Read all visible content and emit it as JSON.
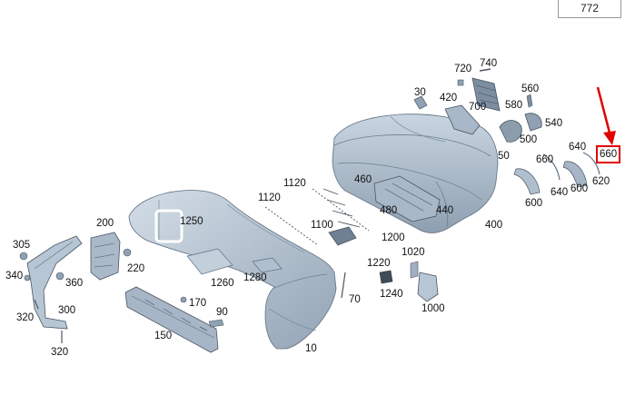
{
  "page": {
    "number": "772"
  },
  "callouts": [
    {
      "id": "c772",
      "label": "772"
    },
    {
      "id": "c740",
      "label": "740"
    },
    {
      "id": "c720",
      "label": "720"
    },
    {
      "id": "c30",
      "label": "30"
    },
    {
      "id": "c420",
      "label": "420"
    },
    {
      "id": "c700",
      "label": "700"
    },
    {
      "id": "c560",
      "label": "560"
    },
    {
      "id": "c580",
      "label": "580"
    },
    {
      "id": "c540",
      "label": "540"
    },
    {
      "id": "c500",
      "label": "500"
    },
    {
      "id": "c50",
      "label": "50"
    },
    {
      "id": "c640a",
      "label": "640"
    },
    {
      "id": "c660a",
      "label": "660"
    },
    {
      "id": "c660b",
      "label": "660"
    },
    {
      "id": "c620",
      "label": "620"
    },
    {
      "id": "c640b",
      "label": "640"
    },
    {
      "id": "c600a",
      "label": "600"
    },
    {
      "id": "c600b",
      "label": "600"
    },
    {
      "id": "c460",
      "label": "460"
    },
    {
      "id": "c1120a",
      "label": "1120"
    },
    {
      "id": "c1120b",
      "label": "1120"
    },
    {
      "id": "c480",
      "label": "480"
    },
    {
      "id": "c440",
      "label": "440"
    },
    {
      "id": "c400",
      "label": "400"
    },
    {
      "id": "c1100",
      "label": "1100"
    },
    {
      "id": "c1200",
      "label": "1200"
    },
    {
      "id": "c200",
      "label": "200"
    },
    {
      "id": "c1250",
      "label": "1250"
    },
    {
      "id": "c305",
      "label": "305"
    },
    {
      "id": "c220",
      "label": "220"
    },
    {
      "id": "c340",
      "label": "340"
    },
    {
      "id": "c360",
      "label": "360"
    },
    {
      "id": "c300",
      "label": "300"
    },
    {
      "id": "c320a",
      "label": "320"
    },
    {
      "id": "c320b",
      "label": "320"
    },
    {
      "id": "c1260",
      "label": "1260"
    },
    {
      "id": "c1280",
      "label": "1280"
    },
    {
      "id": "c170",
      "label": "170"
    },
    {
      "id": "c90",
      "label": "90"
    },
    {
      "id": "c150",
      "label": "150"
    },
    {
      "id": "c10",
      "label": "10"
    },
    {
      "id": "c70",
      "label": "70"
    },
    {
      "id": "c1020",
      "label": "1020"
    },
    {
      "id": "c1220",
      "label": "1220"
    },
    {
      "id": "c1240",
      "label": "1240"
    },
    {
      "id": "c1000",
      "label": "1000"
    }
  ],
  "highlight": {
    "label": "660",
    "color": "#e00000"
  },
  "colors": {
    "part_fill": "#b7c6d4",
    "part_shade": "#8fa1b3",
    "part_dark": "#5d6f80",
    "outline": "#4b5563",
    "leader": "#777777"
  }
}
